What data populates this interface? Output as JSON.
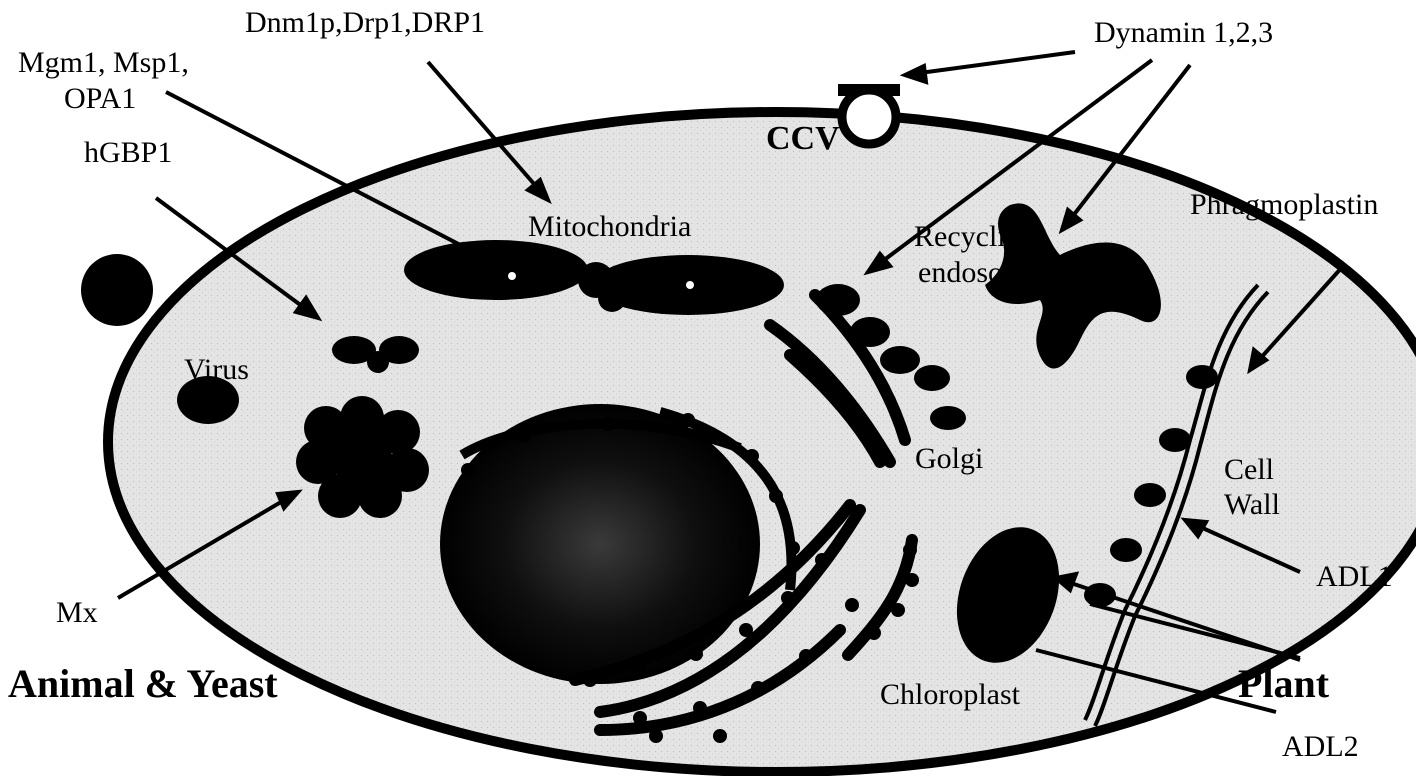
{
  "labels": {
    "dnm1p": "Dnm1p,Drp1,DRP1",
    "mgm1_line1": "Mgm1, Msp1,",
    "mgm1_line2": "OPA1",
    "hgbp1": "hGBP1",
    "dynamin": "Dynamin 1,2,3",
    "ccv": "CCV",
    "mitochondria": "Mitochondria",
    "recycling_line1": "Recyclin",
    "recycling_line2": "endosom",
    "phragmoplastin": "Phragmoplastin",
    "virus": "Virus",
    "golgi": "Golgi",
    "cell_wall_line1": "Cell",
    "cell_wall_line2": "Wall",
    "adl1": "ADL1",
    "adl2": "ADL2",
    "mx": "Mx",
    "chloroplast": "Chloroplast",
    "animal_yeast": "Animal & Yeast",
    "plant": "Plant"
  }
}
